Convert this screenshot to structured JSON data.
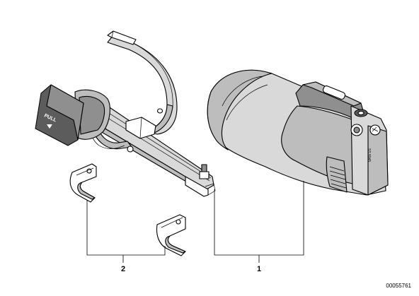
{
  "parts": [
    {
      "number": "1"
    },
    {
      "number": "2"
    }
  ],
  "pull_label": "PULL",
  "housing_marking": "SS 8945",
  "figure_id": "00055761"
}
